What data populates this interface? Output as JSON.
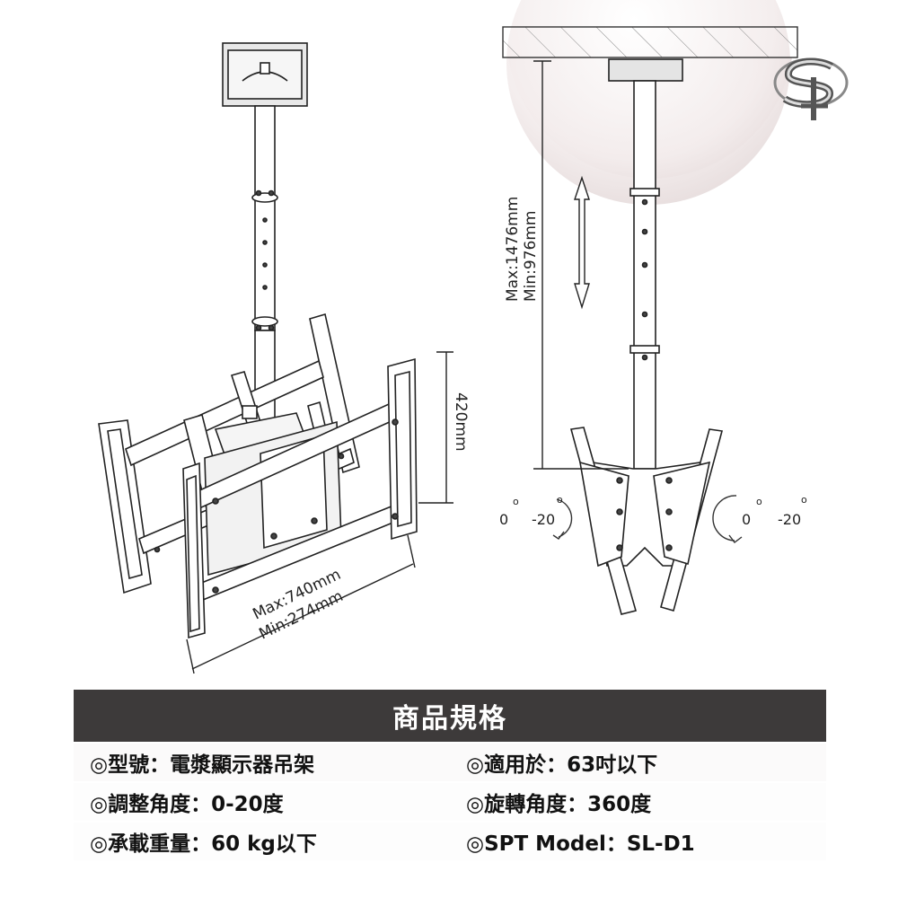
{
  "diagram": {
    "left_view": {
      "width_max": "Max:740mm",
      "width_min": "Min:274mm",
      "height": "420mm"
    },
    "right_view": {
      "length_max": "Max:1476mm",
      "length_min": "Min:976mm",
      "tilt_left_0": "0",
      "tilt_left_20": "-20",
      "tilt_right_0": "0",
      "tilt_right_20": "-20",
      "degree_symbol": "o"
    }
  },
  "logo": {
    "letters": "SP",
    "icon": "sp-brand-logo"
  },
  "specs": {
    "title": "商品規格",
    "rows": [
      [
        "◎型號：電漿顯示器吊架",
        "◎適用於：63吋以下"
      ],
      [
        "◎調整角度：0-20度",
        "◎旋轉角度：360度"
      ],
      [
        "◎承載重量：60 kg以下",
        "◎SPT Model：SL-D1"
      ]
    ]
  },
  "colors": {
    "header_bg": "#3d3a3a",
    "row_bg": "#f4f3f1",
    "line": "#222222"
  }
}
